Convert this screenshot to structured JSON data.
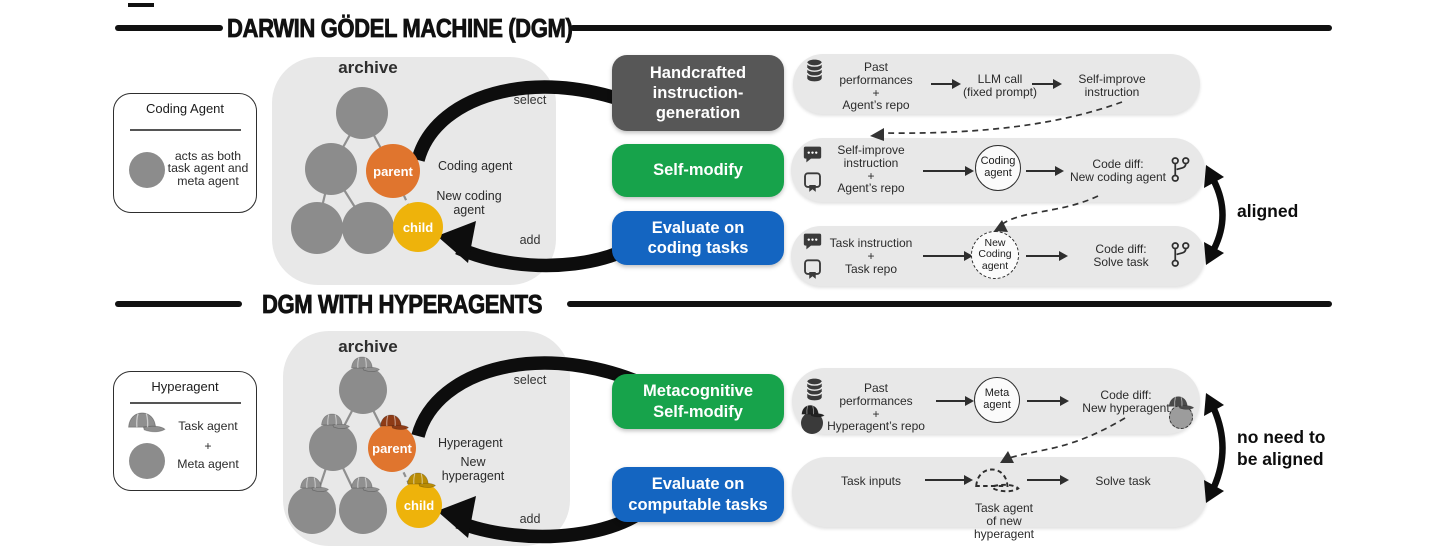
{
  "colors": {
    "dark_gray": "#575757",
    "green": "#17a34b",
    "blue": "#1465c1",
    "orange": "#e0752e",
    "yellow": "#eeb30b",
    "node_gray": "#8c8c8c",
    "panel_gray": "#e8e8e8"
  },
  "top": {
    "title": "DARWIN GÖDEL MACHINE (DGM)",
    "legend": {
      "title": "Coding Agent",
      "line1": "acts as both",
      "line2": "task agent and",
      "line3": "meta agent"
    },
    "archive_label": "archive",
    "parent_label": "parent",
    "child_label": "child",
    "select_label": "select",
    "add_label": "add",
    "parent_note": "Coding agent",
    "child_note_line1": "New coding",
    "child_note_line2": "agent",
    "step1": "Handcrafted instruction-generation",
    "step2": "Self-modify",
    "step3": "Evaluate on coding tasks",
    "row1": {
      "in1": "Past performances",
      "plus": "+",
      "in2": "Agent’s repo",
      "mid1": "LLM call",
      "mid2": "(fixed prompt)",
      "out1": "Self-improve",
      "out2": "instruction"
    },
    "row2": {
      "in1": "Self-improve",
      "in2": "instruction",
      "plus": "+",
      "in3": "Agent’s repo",
      "mid1": "Coding",
      "mid2": "agent",
      "out1": "Code diff:",
      "out2": "New coding agent"
    },
    "row3": {
      "in1": "Task instruction",
      "plus": "+",
      "in2": "Task repo",
      "mid1": "New",
      "mid2": "Coding",
      "mid3": "agent",
      "out1": "Code diff:",
      "out2": "Solve task"
    },
    "aligned_label": "aligned"
  },
  "bottom": {
    "title": "DGM WITH HYPERAGENTS",
    "legend": {
      "title": "Hyperagent",
      "task": "Task agent",
      "plus": "+",
      "meta": "Meta agent"
    },
    "archive_label": "archive",
    "parent_label": "parent",
    "child_label": "child",
    "select_label": "select",
    "add_label": "add",
    "parent_note": "Hyperagent",
    "child_note_line1": "New",
    "child_note_line2": "hyperagent",
    "step1": "Metacognitive Self-modify",
    "step2": "Evaluate on computable tasks",
    "row1": {
      "in1": "Past performances",
      "plus": "+",
      "in2": "Hyperagent’s repo",
      "mid1": "Meta",
      "mid2": "agent",
      "out1": "Code diff:",
      "out2": "New hyperagent"
    },
    "row2": {
      "in": "Task inputs",
      "cap_line1": "Task agent",
      "cap_line2": "of new hyperagent",
      "out": "Solve task"
    },
    "note_line1": "no need to",
    "note_line2": "be aligned"
  }
}
